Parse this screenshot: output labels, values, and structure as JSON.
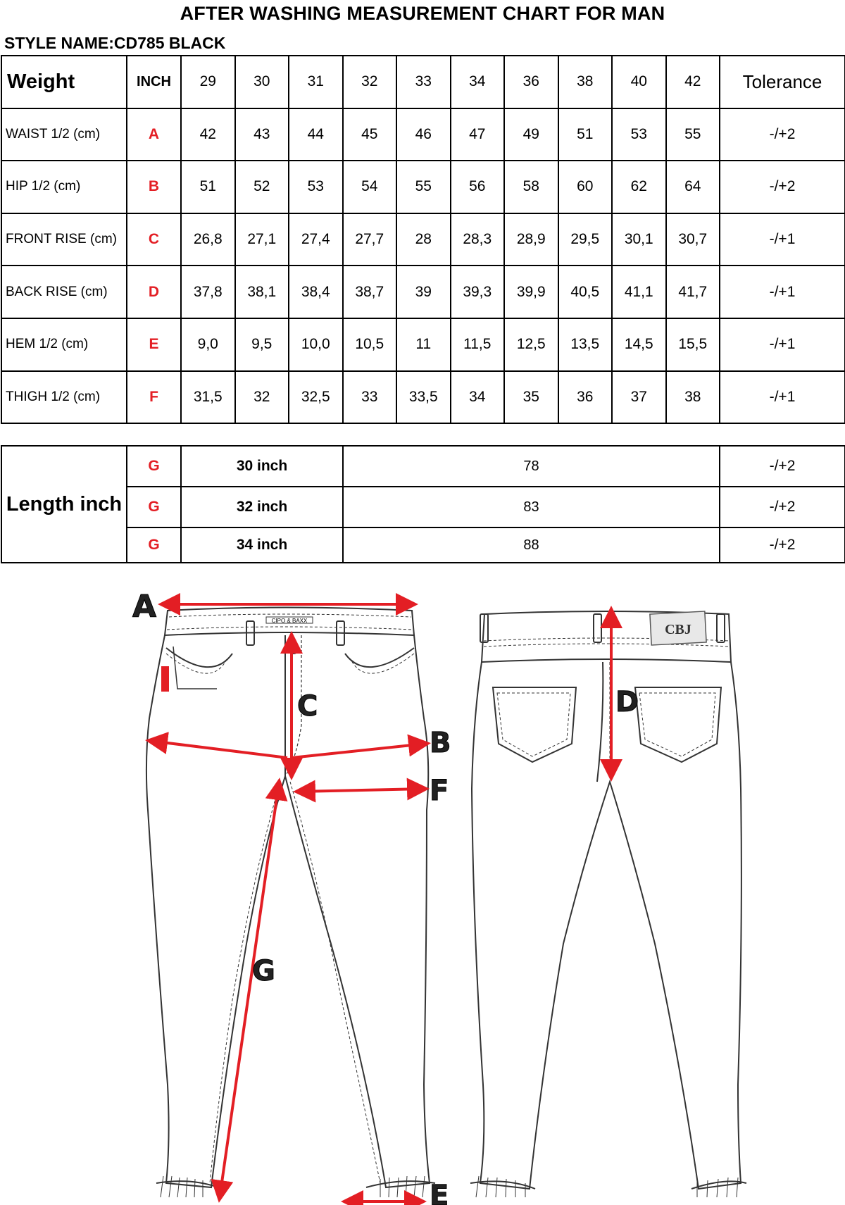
{
  "title": "AFTER WASHING MEASUREMENT CHART FOR MAN",
  "style_name": "STYLE NAME:CD785 BLACK",
  "size_table": {
    "header": {
      "label": "Weight",
      "unit": "INCH",
      "sizes": [
        "29",
        "30",
        "31",
        "32",
        "33",
        "34",
        "36",
        "38",
        "40",
        "42"
      ],
      "tolerance": "Tolerance"
    },
    "rows": [
      {
        "label": "WAIST 1/2 (cm)",
        "code": "A",
        "values": [
          "42",
          "43",
          "44",
          "45",
          "46",
          "47",
          "49",
          "51",
          "53",
          "55"
        ],
        "tolerance": "-/+2"
      },
      {
        "label": "HIP 1/2 (cm)",
        "code": "B",
        "values": [
          "51",
          "52",
          "53",
          "54",
          "55",
          "56",
          "58",
          "60",
          "62",
          "64"
        ],
        "tolerance": "-/+2"
      },
      {
        "label": "FRONT RISE (cm)",
        "code": "C",
        "values": [
          "26,8",
          "27,1",
          "27,4",
          "27,7",
          "28",
          "28,3",
          "28,9",
          "29,5",
          "30,1",
          "30,7"
        ],
        "tolerance": "-/+1"
      },
      {
        "label": "BACK RISE (cm)",
        "code": "D",
        "values": [
          "37,8",
          "38,1",
          "38,4",
          "38,7",
          "39",
          "39,3",
          "39,9",
          "40,5",
          "41,1",
          "41,7"
        ],
        "tolerance": "-/+1"
      },
      {
        "label": "HEM 1/2  (cm)",
        "code": "E",
        "values": [
          "9,0",
          "9,5",
          "10,0",
          "10,5",
          "11",
          "11,5",
          "12,5",
          "13,5",
          "14,5",
          "15,5"
        ],
        "tolerance": "-/+1"
      },
      {
        "label": "THIGH 1/2 (cm)",
        "code": "F",
        "values": [
          "31,5",
          "32",
          "32,5",
          "33",
          "33,5",
          "34",
          "35",
          "36",
          "37",
          "38"
        ],
        "tolerance": "-/+1"
      }
    ]
  },
  "length_table": {
    "label": "Length inch",
    "rows": [
      {
        "code": "G",
        "size": "30 inch",
        "value": "78",
        "tolerance": "-/+2"
      },
      {
        "code": "G",
        "size": "32 inch",
        "value": "83",
        "tolerance": "-/+2"
      },
      {
        "code": "G",
        "size": "34 inch",
        "value": "88",
        "tolerance": "-/+2"
      }
    ]
  },
  "diagram": {
    "markers": [
      "A",
      "B",
      "C",
      "D",
      "E",
      "F",
      "G"
    ],
    "front_label": "CIPO & BAXX",
    "back_label": "CBJ",
    "arrow_color": "#e31e24",
    "line_color": "#333333"
  }
}
